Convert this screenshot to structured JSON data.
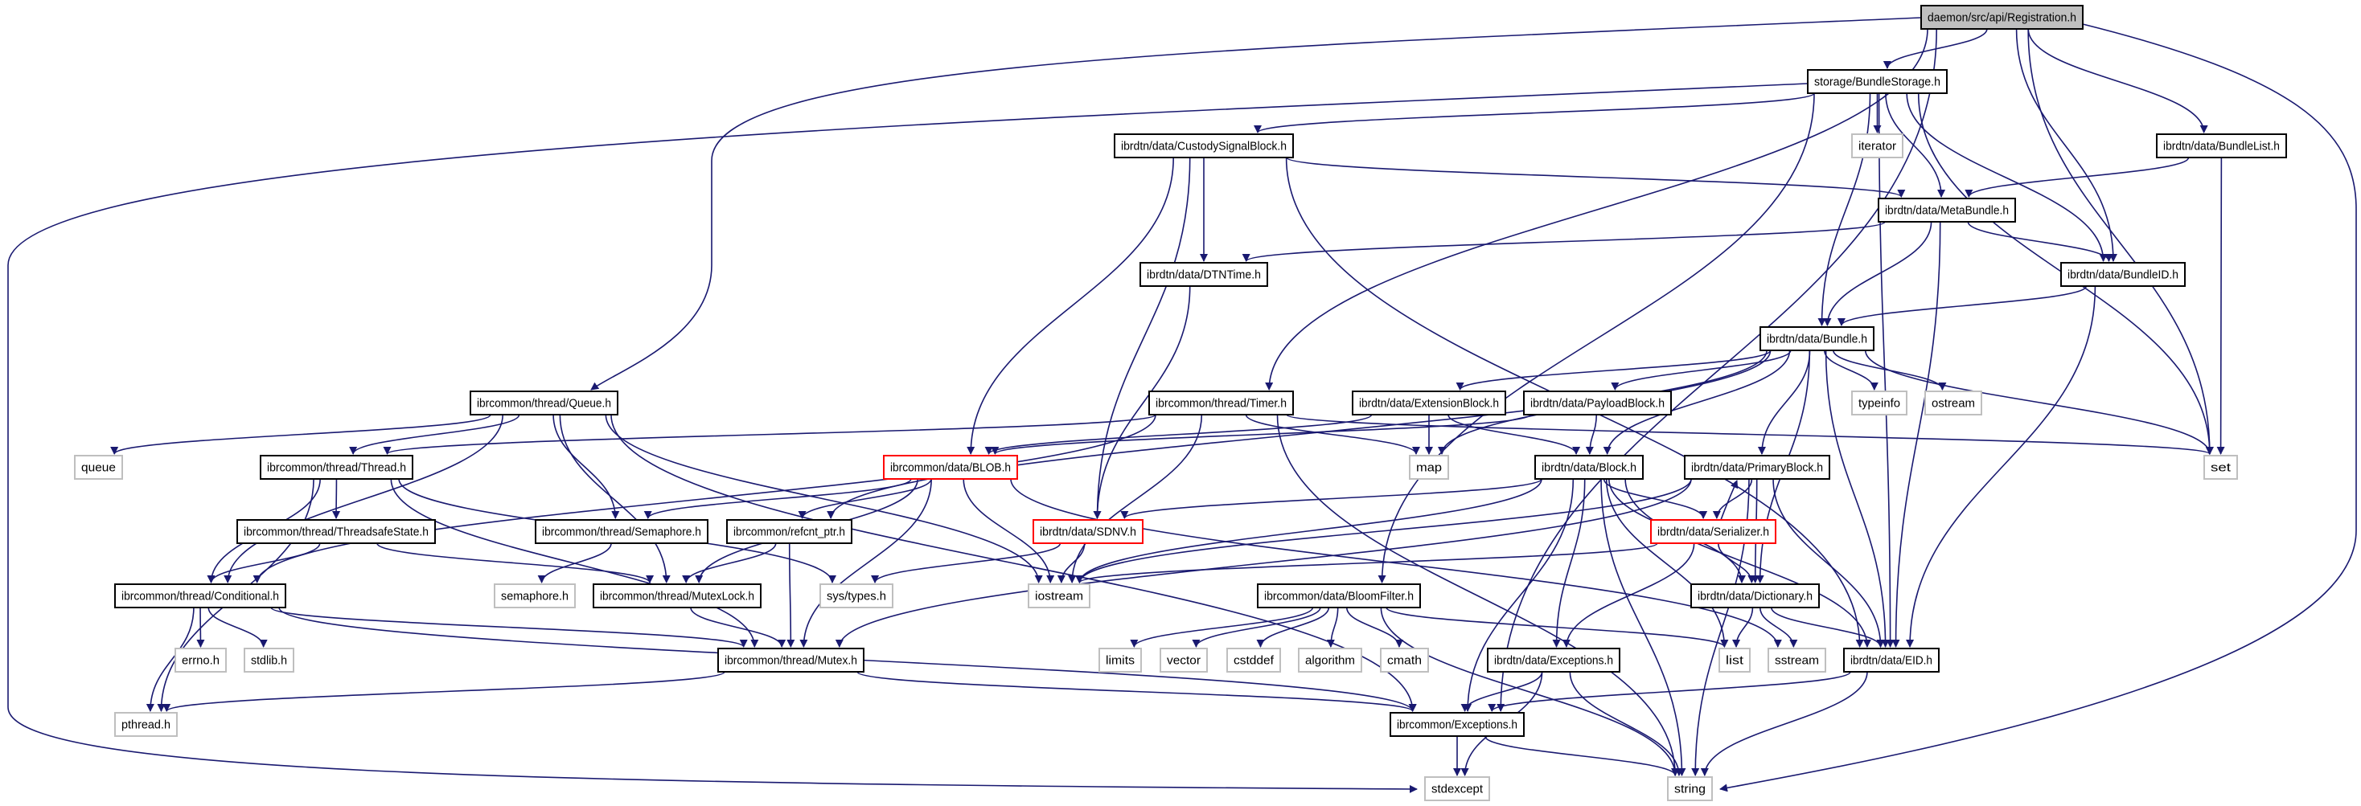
{
  "colors": {
    "edge": "#191970",
    "root_fill": "#bfbfbf",
    "node_border": "#000000",
    "external_border": "#bfbfbf",
    "truncated_border": "#ff0000"
  },
  "nodes": [
    {
      "id": "reg",
      "label": "daemon/src/api/Registration.h",
      "kind": "root"
    },
    {
      "id": "bs",
      "label": "storage/BundleStorage.h",
      "kind": "normal"
    },
    {
      "id": "it",
      "label": "iterator",
      "kind": "external"
    },
    {
      "id": "bl",
      "label": "ibrdtn/data/BundleList.h",
      "kind": "normal"
    },
    {
      "id": "csb",
      "label": "ibrdtn/data/CustodySignalBlock.h",
      "kind": "normal"
    },
    {
      "id": "mb",
      "label": "ibrdtn/data/MetaBundle.h",
      "kind": "normal"
    },
    {
      "id": "dtn",
      "label": "ibrdtn/data/DTNTime.h",
      "kind": "normal"
    },
    {
      "id": "bid",
      "label": "ibrdtn/data/BundleID.h",
      "kind": "normal"
    },
    {
      "id": "bun",
      "label": "ibrdtn/data/Bundle.h",
      "kind": "normal"
    },
    {
      "id": "queueh",
      "label": "ibrcommon/thread/Queue.h",
      "kind": "normal"
    },
    {
      "id": "timer",
      "label": "ibrcommon/thread/Timer.h",
      "kind": "normal"
    },
    {
      "id": "ext",
      "label": "ibrdtn/data/ExtensionBlock.h",
      "kind": "normal"
    },
    {
      "id": "pay",
      "label": "ibrdtn/data/PayloadBlock.h",
      "kind": "normal"
    },
    {
      "id": "typeinfo",
      "label": "typeinfo",
      "kind": "external"
    },
    {
      "id": "ostream",
      "label": "ostream",
      "kind": "external"
    },
    {
      "id": "queue",
      "label": "queue",
      "kind": "external"
    },
    {
      "id": "thread",
      "label": "ibrcommon/thread/Thread.h",
      "kind": "normal"
    },
    {
      "id": "map",
      "label": "map",
      "kind": "external"
    },
    {
      "id": "set",
      "label": "set",
      "kind": "external"
    },
    {
      "id": "blob",
      "label": "ibrcommon/data/BLOB.h",
      "kind": "truncated"
    },
    {
      "id": "block",
      "label": "ibrdtn/data/Block.h",
      "kind": "normal"
    },
    {
      "id": "prim",
      "label": "ibrdtn/data/PrimaryBlock.h",
      "kind": "normal"
    },
    {
      "id": "sem",
      "label": "ibrcommon/thread/Semaphore.h",
      "kind": "normal"
    },
    {
      "id": "tss",
      "label": "ibrcommon/thread/ThreadsafeState.h",
      "kind": "normal"
    },
    {
      "id": "refc",
      "label": "ibrcommon/refcnt_ptr.h",
      "kind": "normal"
    },
    {
      "id": "sdnv",
      "label": "ibrdtn/data/SDNV.h",
      "kind": "truncated"
    },
    {
      "id": "ser",
      "label": "ibrdtn/data/Serializer.h",
      "kind": "truncated"
    },
    {
      "id": "semh",
      "label": "semaphore.h",
      "kind": "external"
    },
    {
      "id": "systypes",
      "label": "sys/types.h",
      "kind": "external"
    },
    {
      "id": "cond",
      "label": "ibrcommon/thread/Conditional.h",
      "kind": "normal"
    },
    {
      "id": "mlock",
      "label": "ibrcommon/thread/MutexLock.h",
      "kind": "normal"
    },
    {
      "id": "iostream",
      "label": "iostream",
      "kind": "external"
    },
    {
      "id": "bloom",
      "label": "ibrcommon/data/BloomFilter.h",
      "kind": "normal"
    },
    {
      "id": "dict",
      "label": "ibrdtn/data/Dictionary.h",
      "kind": "normal"
    },
    {
      "id": "errno",
      "label": "errno.h",
      "kind": "external"
    },
    {
      "id": "stdlib",
      "label": "stdlib.h",
      "kind": "external"
    },
    {
      "id": "mutex",
      "label": "ibrcommon/thread/Mutex.h",
      "kind": "normal"
    },
    {
      "id": "limits",
      "label": "limits",
      "kind": "external"
    },
    {
      "id": "vector",
      "label": "vector",
      "kind": "external"
    },
    {
      "id": "cstddef",
      "label": "cstddef",
      "kind": "external"
    },
    {
      "id": "algorithm",
      "label": "algorithm",
      "kind": "external"
    },
    {
      "id": "cmath",
      "label": "cmath",
      "kind": "external"
    },
    {
      "id": "list",
      "label": "list",
      "kind": "external"
    },
    {
      "id": "sstream",
      "label": "sstream",
      "kind": "external"
    },
    {
      "id": "dexc",
      "label": "ibrdtn/data/Exceptions.h",
      "kind": "normal"
    },
    {
      "id": "eid",
      "label": "ibrdtn/data/EID.h",
      "kind": "normal"
    },
    {
      "id": "pthread",
      "label": "pthread.h",
      "kind": "external"
    },
    {
      "id": "cexc",
      "label": "ibrcommon/Exceptions.h",
      "kind": "normal"
    },
    {
      "id": "stdexcept",
      "label": "stdexcept",
      "kind": "external"
    },
    {
      "id": "string",
      "label": "string",
      "kind": "external"
    }
  ],
  "edges": [
    [
      "reg",
      "bs"
    ],
    [
      "reg",
      "bl"
    ],
    [
      "reg",
      "bid"
    ],
    [
      "reg",
      "set"
    ],
    [
      "reg",
      "string"
    ],
    [
      "reg",
      "queueh"
    ],
    [
      "reg",
      "timer"
    ],
    [
      "reg",
      "cexc"
    ],
    [
      "bs",
      "it"
    ],
    [
      "bs",
      "bun"
    ],
    [
      "bs",
      "mb"
    ],
    [
      "bs",
      "bid"
    ],
    [
      "bs",
      "set"
    ],
    [
      "bs",
      "csb"
    ],
    [
      "bs",
      "bloom"
    ],
    [
      "bs",
      "stdexcept"
    ],
    [
      "bs",
      "eid"
    ],
    [
      "bl",
      "mb"
    ],
    [
      "bl",
      "set"
    ],
    [
      "csb",
      "mb"
    ],
    [
      "csb",
      "dtn"
    ],
    [
      "csb",
      "sdnv"
    ],
    [
      "csb",
      "blob"
    ],
    [
      "csb",
      "eid"
    ],
    [
      "mb",
      "dtn"
    ],
    [
      "mb",
      "bun"
    ],
    [
      "mb",
      "bid"
    ],
    [
      "mb",
      "eid"
    ],
    [
      "dtn",
      "sdnv"
    ],
    [
      "bid",
      "bun"
    ],
    [
      "bid",
      "eid"
    ],
    [
      "bun",
      "ext"
    ],
    [
      "bun",
      "pay"
    ],
    [
      "bun",
      "block"
    ],
    [
      "bun",
      "prim"
    ],
    [
      "bun",
      "typeinfo"
    ],
    [
      "bun",
      "ostream"
    ],
    [
      "bun",
      "set"
    ],
    [
      "bun",
      "map"
    ],
    [
      "bun",
      "refc"
    ],
    [
      "bun",
      "dict"
    ],
    [
      "bun",
      "eid"
    ],
    [
      "queueh",
      "queue"
    ],
    [
      "queueh",
      "thread"
    ],
    [
      "queueh",
      "cond"
    ],
    [
      "queueh",
      "sem"
    ],
    [
      "queueh",
      "mlock"
    ],
    [
      "queueh",
      "iostream"
    ],
    [
      "queueh",
      "cexc"
    ],
    [
      "timer",
      "thread"
    ],
    [
      "timer",
      "map"
    ],
    [
      "timer",
      "set"
    ],
    [
      "timer",
      "iostream"
    ],
    [
      "timer",
      "string"
    ],
    [
      "timer",
      "cond"
    ],
    [
      "ext",
      "map"
    ],
    [
      "ext",
      "block"
    ],
    [
      "ext",
      "blob"
    ],
    [
      "pay",
      "block"
    ],
    [
      "pay",
      "blob"
    ],
    [
      "thread",
      "tss"
    ],
    [
      "thread",
      "cond"
    ],
    [
      "thread",
      "pthread"
    ],
    [
      "thread",
      "mutex"
    ],
    [
      "thread",
      "systypes"
    ],
    [
      "tss",
      "cond"
    ],
    [
      "tss",
      "mlock"
    ],
    [
      "sem",
      "semh"
    ],
    [
      "blob",
      "refc"
    ],
    [
      "blob",
      "sem"
    ],
    [
      "blob",
      "mlock"
    ],
    [
      "blob",
      "iostream"
    ],
    [
      "blob",
      "mutex"
    ],
    [
      "blob",
      "sstream"
    ],
    [
      "refc",
      "mlock"
    ],
    [
      "refc",
      "mutex"
    ],
    [
      "sdnv",
      "systypes"
    ],
    [
      "sdnv",
      "iostream"
    ],
    [
      "cond",
      "errno"
    ],
    [
      "cond",
      "stdlib"
    ],
    [
      "cond",
      "pthread"
    ],
    [
      "cond",
      "mutex"
    ],
    [
      "cond",
      "cexc"
    ],
    [
      "mlock",
      "mutex"
    ],
    [
      "mutex",
      "pthread"
    ],
    [
      "mutex",
      "cexc"
    ],
    [
      "block",
      "sdnv"
    ],
    [
      "block",
      "ser"
    ],
    [
      "block",
      "dexc"
    ],
    [
      "block",
      "cexc"
    ],
    [
      "block",
      "list"
    ],
    [
      "block",
      "dict"
    ],
    [
      "block",
      "eid"
    ],
    [
      "block",
      "string"
    ],
    [
      "block",
      "iostream"
    ],
    [
      "prim",
      "ser"
    ],
    [
      "prim",
      "dict"
    ],
    [
      "prim",
      "eid"
    ],
    [
      "prim",
      "string"
    ],
    [
      "prim",
      "mutex"
    ],
    [
      "prim",
      "iostream"
    ],
    [
      "ser",
      "prim"
    ],
    [
      "ser",
      "dict"
    ],
    [
      "ser",
      "dexc"
    ],
    [
      "ser",
      "iostream"
    ],
    [
      "bloom",
      "limits"
    ],
    [
      "bloom",
      "vector"
    ],
    [
      "bloom",
      "cstddef"
    ],
    [
      "bloom",
      "algorithm"
    ],
    [
      "bloom",
      "cmath"
    ],
    [
      "bloom",
      "list"
    ],
    [
      "bloom",
      "string"
    ],
    [
      "dict",
      "list"
    ],
    [
      "dict",
      "sstream"
    ],
    [
      "dict",
      "eid"
    ],
    [
      "dexc",
      "cexc"
    ],
    [
      "dexc",
      "stdexcept"
    ],
    [
      "dexc",
      "string"
    ],
    [
      "eid",
      "string"
    ],
    [
      "eid",
      "cexc"
    ],
    [
      "cexc",
      "stdexcept"
    ],
    [
      "cexc",
      "string"
    ]
  ]
}
